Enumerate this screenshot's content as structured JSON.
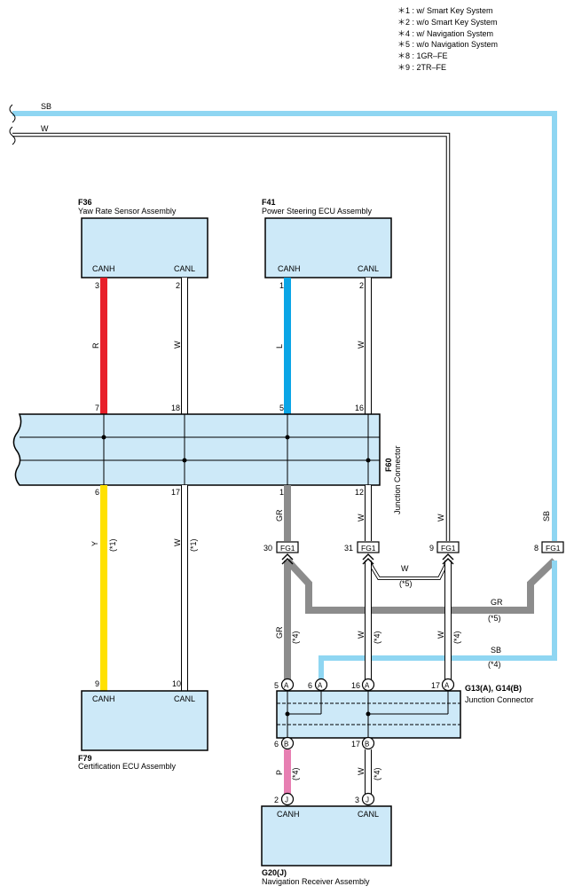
{
  "notes": [
    "＊1 : w/ Smart Key System",
    "＊2 : w/o Smart Key System",
    "＊4 : w/ Navigation System",
    "＊5 : w/o Navigation System",
    "＊8 : 1GR–FE",
    "＊9 : 2TR–FE"
  ],
  "top_wires": {
    "sb": "SB",
    "w": "W"
  },
  "components": {
    "f36": {
      "code": "F36",
      "name": "Yaw Rate Sensor Assembly",
      "canh": "CANH",
      "canl": "CANL",
      "pin_h": "3",
      "pin_l": "2"
    },
    "f41": {
      "code": "F41",
      "name": "Power Steering ECU Assembly",
      "canh": "CANH",
      "canl": "CANL",
      "pin_h": "1",
      "pin_l": "2"
    },
    "f79": {
      "code": "F79",
      "name": "Certification ECU Assembly",
      "canh": "CANH",
      "canl": "CANL",
      "pin_h": "9",
      "pin_l": "10"
    },
    "g20": {
      "code": "G20(J)",
      "name": "Navigation Receiver Assembly",
      "canh": "CANH",
      "canl": "CANL",
      "pin_h": "2",
      "pin_l": "3",
      "conn": "J"
    }
  },
  "f60": {
    "code": "F60",
    "name": "Junction Connector",
    "top_pins": [
      "7",
      "18",
      "5",
      "16"
    ],
    "bottom_pins": [
      "6",
      "17",
      "1",
      "12"
    ]
  },
  "g13": {
    "code": "G13(A), G14(B)",
    "name": "Junction Connector",
    "top_pins": [
      "5",
      "6",
      "16",
      "17"
    ],
    "bottom_pins": [
      "6",
      "17"
    ],
    "conn_a": "A",
    "conn_b": "B"
  },
  "fg1": {
    "label": "FG1",
    "pins": [
      "30",
      "31",
      "9",
      "8"
    ]
  },
  "wire_colors": {
    "r": "R",
    "w": "W",
    "l": "L",
    "y": "Y",
    "gr": "GR",
    "sb": "SB",
    "p": "P"
  },
  "conditions": {
    "c1": "(*1)",
    "c4": "(*4)",
    "c5": "(*5)"
  },
  "colors": {
    "sb": "#8fd6f2",
    "red": "#e8202a",
    "blue": "#0aa5e6",
    "yellow": "#ffe100",
    "gray": "#8c8c8c",
    "pink": "#e77fb2",
    "box_fill": "#cde9f8"
  }
}
